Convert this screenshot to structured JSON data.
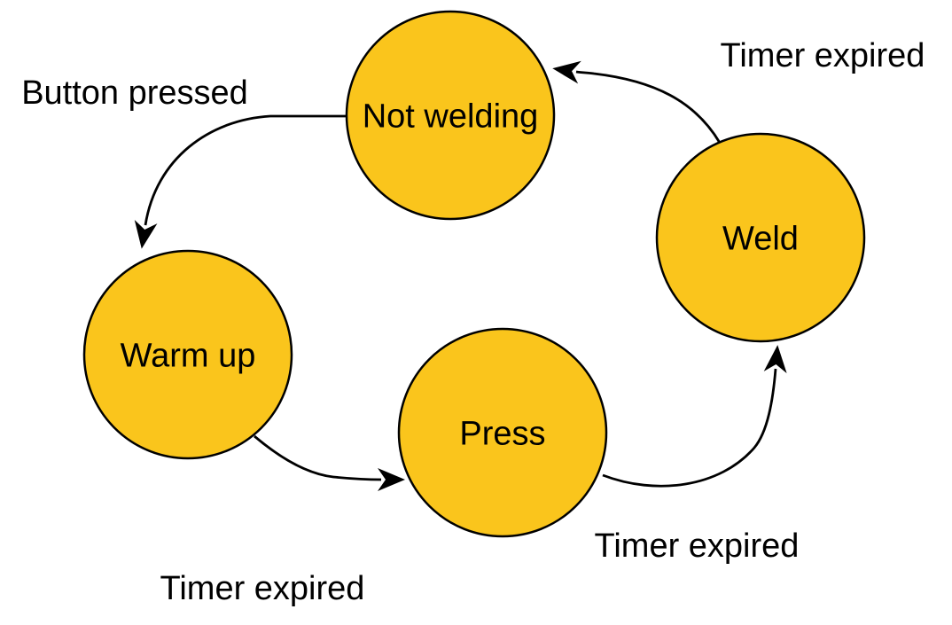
{
  "diagram": {
    "kind": "state-machine",
    "states": [
      {
        "id": "not-welding",
        "label": "Not welding"
      },
      {
        "id": "warm-up",
        "label": "Warm up"
      },
      {
        "id": "press",
        "label": "Press"
      },
      {
        "id": "weld",
        "label": "Weld"
      }
    ],
    "transitions": [
      {
        "from": "not-welding",
        "to": "warm-up",
        "label": "Button pressed"
      },
      {
        "from": "warm-up",
        "to": "press",
        "label": "Timer expired"
      },
      {
        "from": "press",
        "to": "weld",
        "label": "Timer expired"
      },
      {
        "from": "weld",
        "to": "not-welding",
        "label": "Timer expired"
      }
    ],
    "colors": {
      "state_fill": "#FAC51C",
      "state_stroke": "#000000",
      "arrow": "#000000",
      "label_text": "#000000",
      "background": "#FFFFFF"
    }
  }
}
